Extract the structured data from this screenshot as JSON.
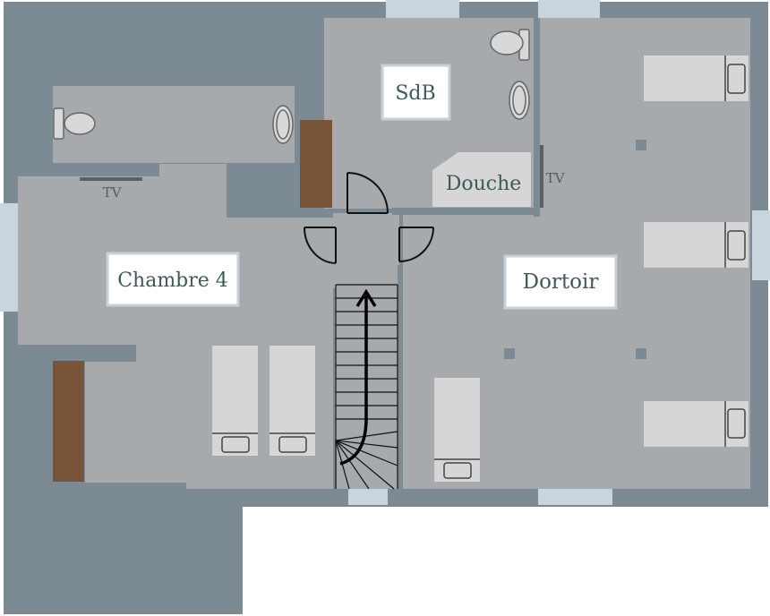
{
  "colors": {
    "wall": "#7c8a93",
    "floor": "#a7aaad",
    "bed": "#d6d6d6",
    "wardrobe": "#785438",
    "window": "#c9d5dc",
    "label_bg": "#ffffff",
    "label_text": "#3e5a5a"
  },
  "rooms": {
    "bathroom": {
      "label": "SdB"
    },
    "shower": {
      "label": "Douche"
    },
    "bedroom4": {
      "label": "Chambre 4"
    },
    "dormitory": {
      "label": "Dortoir"
    }
  },
  "tv_labels": {
    "bedroom4": "TV",
    "dormitory": "TV"
  },
  "icons": [
    "toilet-icon",
    "sink-icon",
    "bed-icon",
    "door-swing-icon",
    "stair-arrow-icon",
    "wardrobe-icon",
    "tv-icon"
  ]
}
